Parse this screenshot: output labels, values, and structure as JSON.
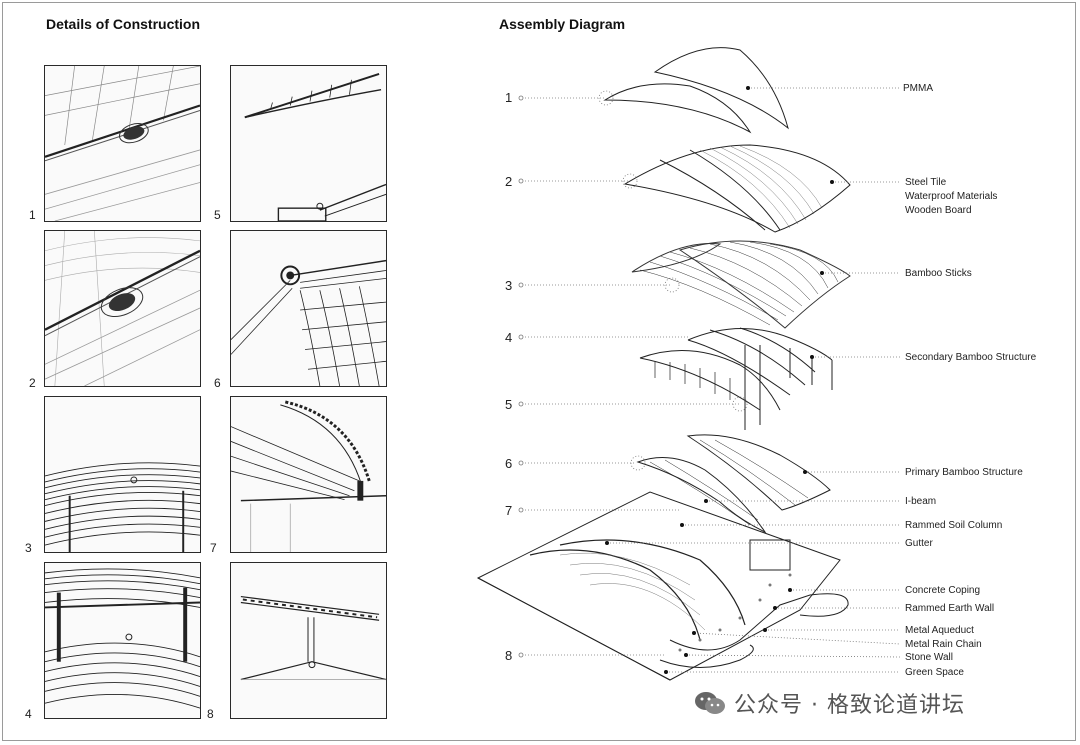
{
  "left_title": "Details of Construction",
  "right_title": "Assembly Diagram",
  "detail_panels": [
    {
      "num": "1"
    },
    {
      "num": "2"
    },
    {
      "num": "3"
    },
    {
      "num": "4"
    },
    {
      "num": "5"
    },
    {
      "num": "6"
    },
    {
      "num": "7"
    },
    {
      "num": "8"
    }
  ],
  "steps": [
    "1",
    "2",
    "3",
    "4",
    "5",
    "6",
    "7",
    "8"
  ],
  "labels": {
    "pmma": "PMMA",
    "steel_tile": "Steel Tile",
    "waterproof": "Waterproof Materials",
    "wooden_board": "Wooden Board",
    "bamboo_sticks": "Bamboo Sticks",
    "secondary": "Secondary Bamboo Structure",
    "primary": "Primary Bamboo Structure",
    "ibeam": "I-beam",
    "rammed_soil": "Rammed Soil Column",
    "gutter": "Gutter",
    "concrete": "Concrete Coping",
    "rammed_earth": "Rammed Earth Wall",
    "aqueduct": "Metal Aqueduct",
    "rain_chain": "Metal Rain Chain",
    "stone_wall": "Stone Wall",
    "green_space": "Green Space"
  },
  "watermark": "公众号 · 格致论道讲坛"
}
